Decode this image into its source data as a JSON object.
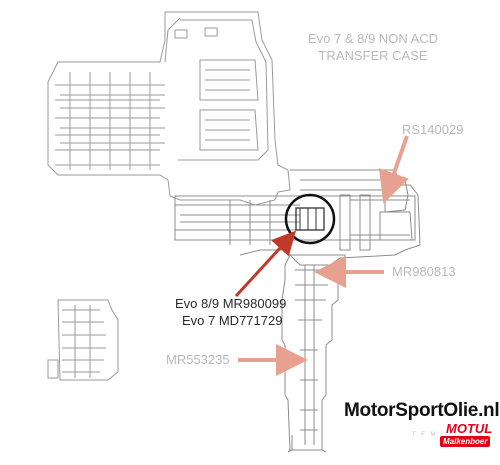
{
  "title": {
    "line1": "Evo 7 & 8/9 NON ACD",
    "line2": "TRANSFER CASE"
  },
  "callouts": {
    "rs140029": "RS140029",
    "mr980813": "MR980813",
    "mr553235": "MR553235",
    "evo89": "Evo 8/9 MR980099",
    "evo7": "Evo 7 MD771729"
  },
  "brand": {
    "site": "MotorSportOlie.nl",
    "motul": "MOTUL",
    "dealer": "Malkenboer",
    "tfm": "T F M"
  },
  "colors": {
    "arrow_light": "#e8a190",
    "arrow_dark": "#c0392b",
    "line": "#9a9a9a",
    "text_gray": "#b9b9b9"
  }
}
